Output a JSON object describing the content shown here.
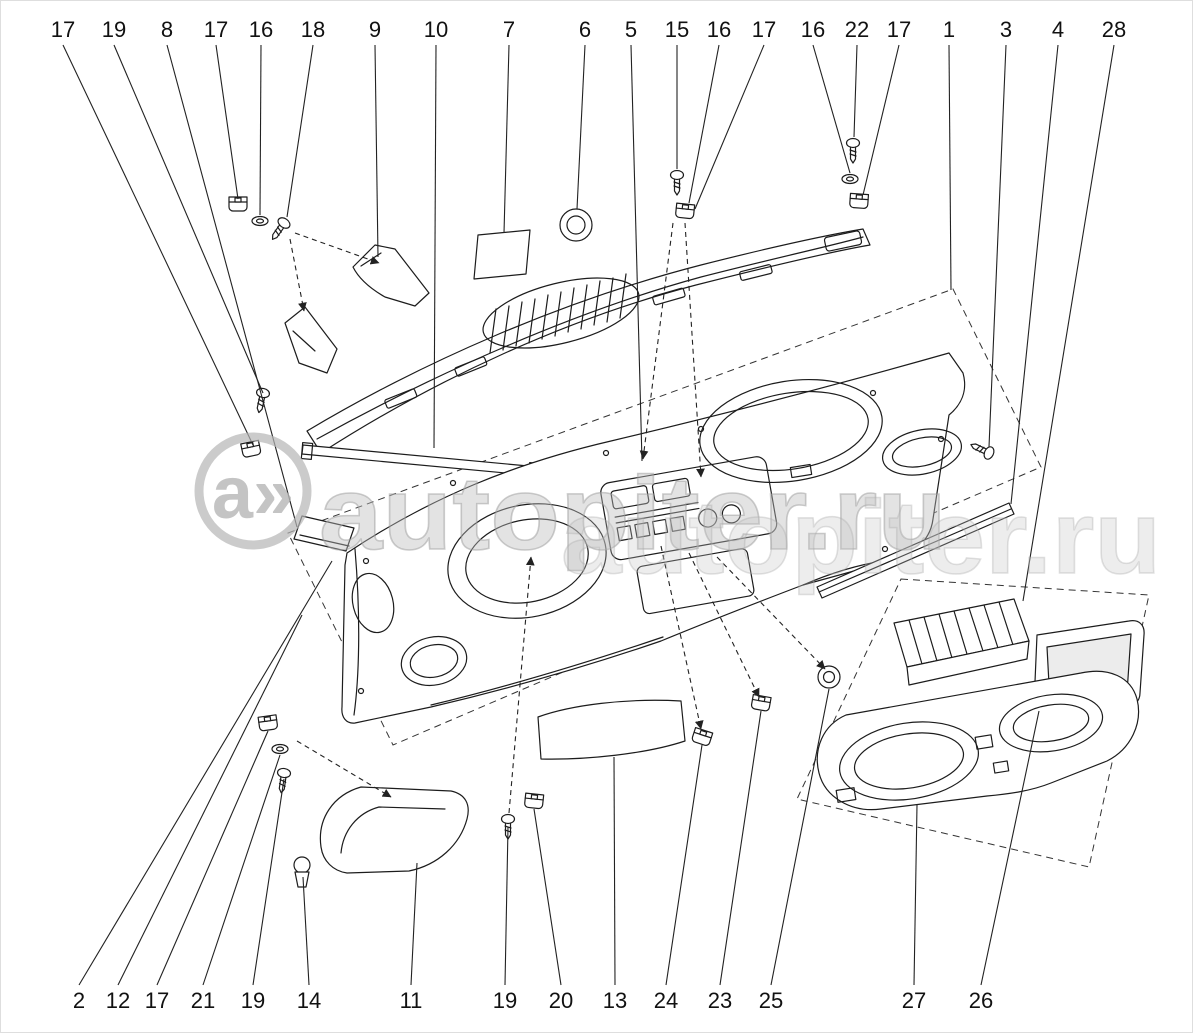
{
  "diagram": {
    "watermark": {
      "logo": "a»",
      "text": "autopiter.ru",
      "text2": "autopiter.ru"
    },
    "top_labels": [
      "17",
      "19",
      "8",
      "17",
      "16",
      "18",
      "9",
      "10",
      "7",
      "6",
      "5",
      "15",
      "16",
      "17",
      "16",
      "22",
      "17",
      "1",
      "3",
      "4",
      "28"
    ],
    "bottom_labels": [
      "2",
      "12",
      "17",
      "21",
      "19",
      "14",
      "11",
      "19",
      "20",
      "13",
      "24",
      "23",
      "25",
      "27",
      "26"
    ]
  }
}
